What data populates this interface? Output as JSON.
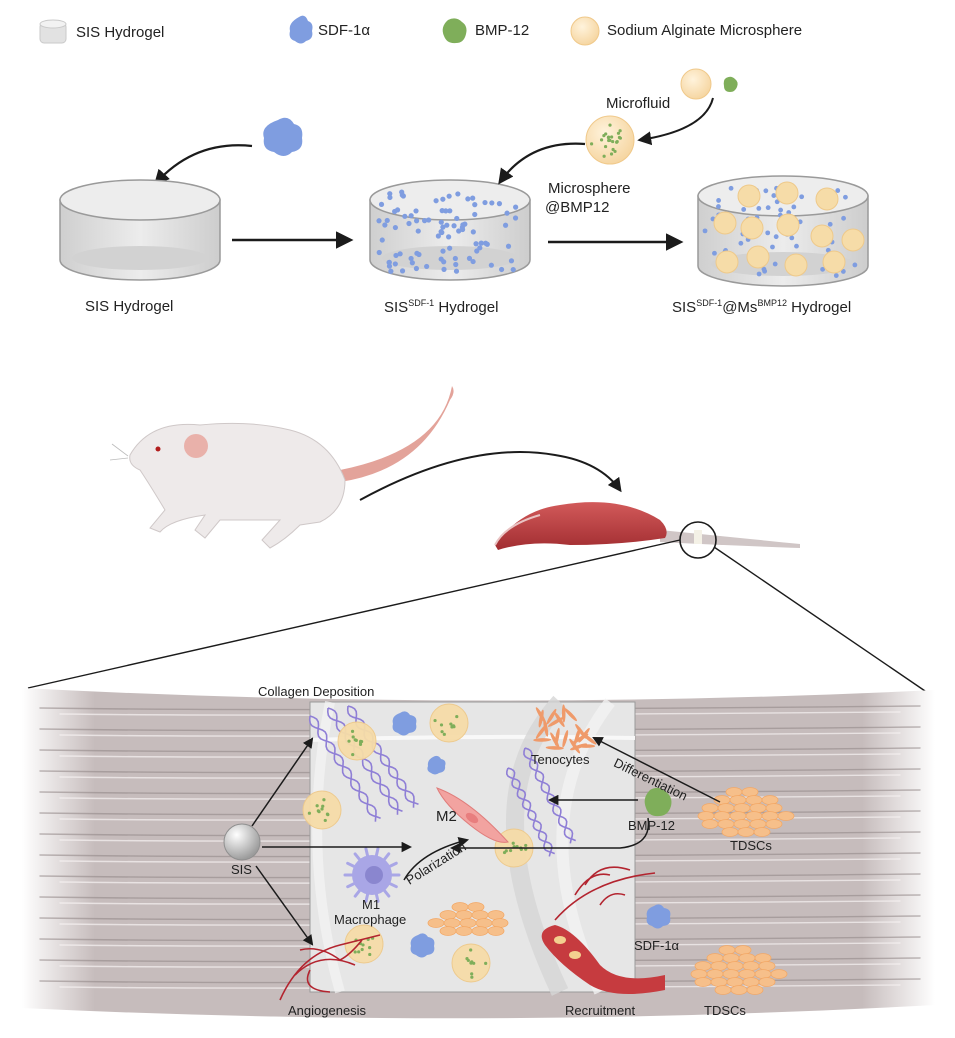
{
  "legend": {
    "items": [
      {
        "icon": "hydrogel-icon",
        "label": "SIS Hydrogel"
      },
      {
        "icon": "sdf1-protein-icon",
        "label": "SDF-1α"
      },
      {
        "icon": "bmp12-protein-icon",
        "label": "BMP-12"
      },
      {
        "icon": "microsphere-icon",
        "label": "Sodium Alginate Microsphere"
      }
    ]
  },
  "fabrication": {
    "step1": {
      "label": "SIS Hydrogel"
    },
    "step2": {
      "label_main": "SIS",
      "label_sup": "SDF-1",
      "label_tail": " Hydrogel"
    },
    "step3": {
      "label_main": "SIS",
      "label_sup1": "SDF-1",
      "label_mid": "@Ms",
      "label_sup2": "BMP12",
      "label_tail": " Hydrogel"
    },
    "microfluid_label": "Microfluid",
    "microsphere_label_line1": "Microsphere",
    "microsphere_label_line2": "@BMP12"
  },
  "in_vivo": {
    "animal": "rat-icon",
    "tissue": "muscle-tendon-icon"
  },
  "mechanism": {
    "collagen_deposition": "Collagen Deposition",
    "tenocytes": "Tenocytes",
    "differentiation": "Differentiation",
    "m2": "M2",
    "bmp12": "BMP-12",
    "tdscs_top": "TDSCs",
    "sis": "SIS",
    "polarization": "Polarization",
    "m1": "M1",
    "macrophage": "Macrophage",
    "sdf1a": "SDF-1α",
    "angiogenesis": "Angiogenesis",
    "recruitment": "Recruitment",
    "tdscs_bottom": "TDSCs"
  },
  "colors": {
    "sdf1": "#7f9de0",
    "bmp12": "#7fae5a",
    "microsphere": "#f7dcae",
    "tendon": "#c8bcbc",
    "muscle": "#b5383b",
    "collagen": "#8f7fd6",
    "tenocyte": "#ef9a6a",
    "tdsc": "#f6bf8a",
    "vessel": "#b3242f",
    "macrophage": "#a9a6e6"
  }
}
